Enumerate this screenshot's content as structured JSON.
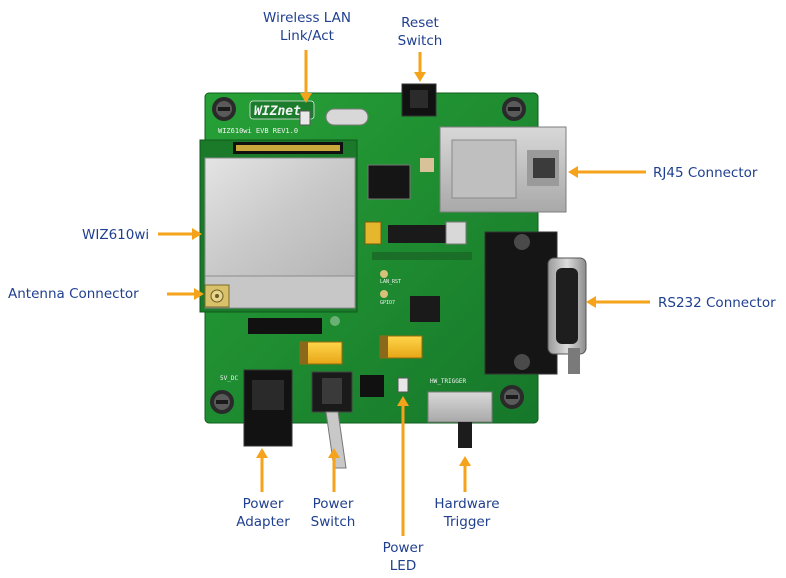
{
  "accent_color": "#f5a31a",
  "label_color": "#1f3f8f",
  "board_color": "#1f8f2f",
  "callouts": {
    "wireless_lan": {
      "line1": "Wireless LAN",
      "line2": "Link/Act"
    },
    "reset_switch": {
      "line1": "Reset",
      "line2": "Switch"
    },
    "rj45": {
      "text": "RJ45 Connector"
    },
    "wiz610wi": {
      "text": "WIZ610wi"
    },
    "antenna": {
      "text": "Antenna Connector"
    },
    "rs232": {
      "text": "RS232 Connector"
    },
    "power_adapter": {
      "line1": "Power",
      "line2": "Adapter"
    },
    "power_switch": {
      "line1": "Power",
      "line2": "Switch"
    },
    "power_led": {
      "line1": "Power",
      "line2": "LED"
    },
    "hardware_trigger": {
      "line1": "Hardware",
      "line2": "Trigger"
    }
  },
  "board": {
    "brand": "WIZnet",
    "model": "WIZ610wi EVB REV1.0",
    "sw_trigger": "HW_TRIGGER",
    "dc_label": "5V_DC",
    "lan_rst": "LAN_RST",
    "gpio": "GPIO7"
  }
}
